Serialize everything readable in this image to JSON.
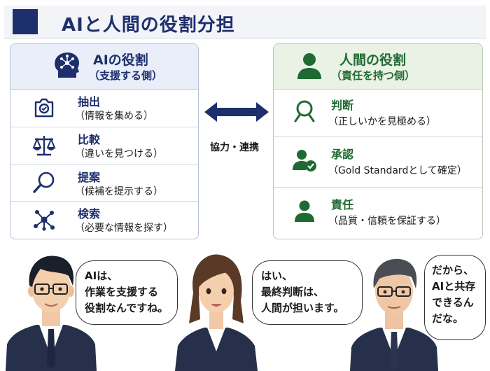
{
  "title": "AIと人間の役割分担",
  "ai_panel": {
    "title": "AIの役割",
    "subtitle": "（支援する側）",
    "header_icon": "ai-head-icon",
    "rows": [
      {
        "label": "抽出",
        "desc": "（情報を集める）",
        "icon": "extract-icon"
      },
      {
        "label": "比較",
        "desc": "（違いを見つける）",
        "icon": "scale-icon"
      },
      {
        "label": "提案",
        "desc": "（候補を提示する）",
        "icon": "magnifier-icon"
      },
      {
        "label": "検索",
        "desc": "（必要な情報を探す）",
        "icon": "network-icon"
      }
    ]
  },
  "human_panel": {
    "title": "人間の役割",
    "subtitle": "（責任を持つ側）",
    "header_icon": "person-icon",
    "rows": [
      {
        "label": "判断",
        "desc": "（正しいかを見極める）",
        "icon": "magnifier-icon"
      },
      {
        "label": "承認",
        "desc": "（Gold Standardとして確定）",
        "icon": "person-check-icon"
      },
      {
        "label": "責任",
        "desc": "（品質・信頼を保証する）",
        "icon": "person-icon"
      }
    ]
  },
  "connector": {
    "label": "協力・連携",
    "icon": "double-arrow-icon"
  },
  "colors": {
    "navy": "#1e2f6d",
    "green": "#1f6a32",
    "ai_bg": "#e9eef8",
    "human_bg": "#eaf2e5"
  },
  "dialogue": [
    {
      "speaker": "young-man",
      "lines": [
        "AIは、",
        "作業を支援する",
        "役割なんですね。"
      ]
    },
    {
      "speaker": "woman",
      "lines": [
        "はい、",
        "最終判断は、",
        "人間が担います。"
      ]
    },
    {
      "speaker": "older-man",
      "lines": [
        "だから、",
        "AIと共存",
        "できるん",
        "だな。"
      ]
    }
  ]
}
